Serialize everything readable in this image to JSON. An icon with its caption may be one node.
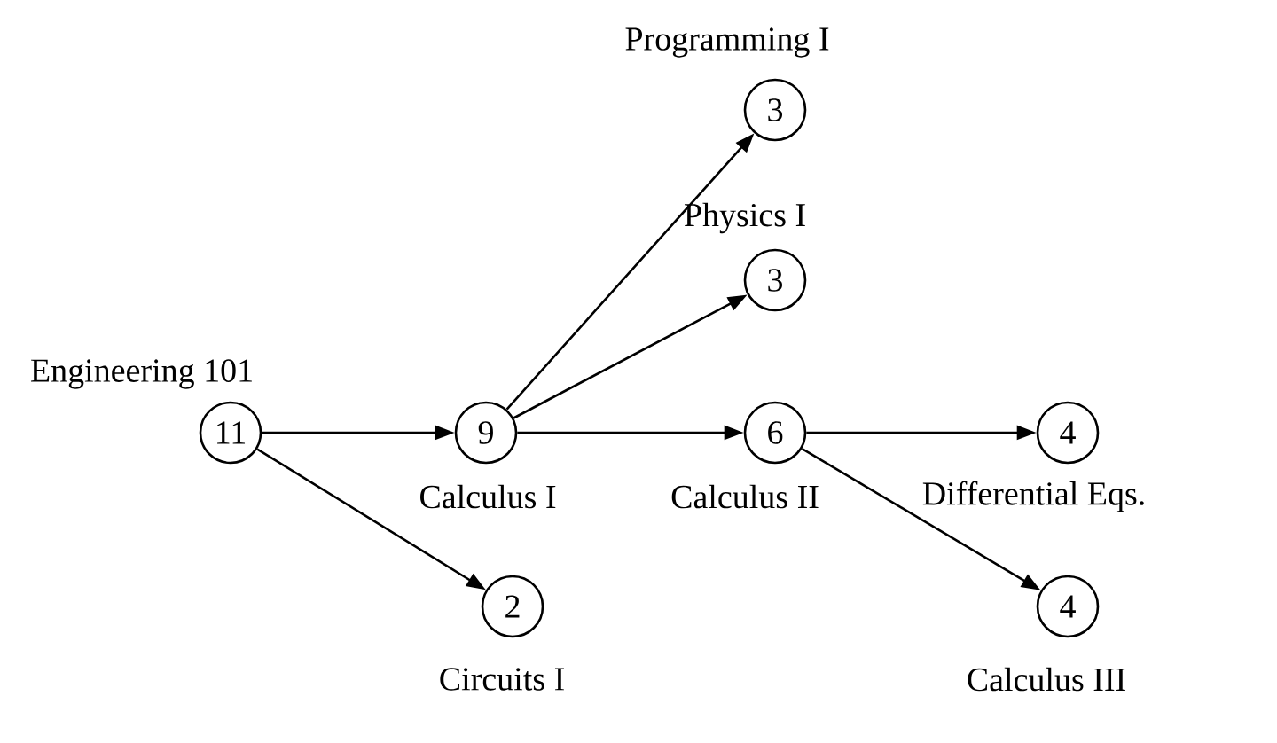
{
  "diagram": {
    "nodes": [
      {
        "text": [
          "11"
        ],
        "beside": [
          "Engineering 101"
        ]
      },
      {
        "text": [
          "9"
        ],
        "beside": [
          "Calculus I"
        ]
      },
      {
        "text": [
          "3"
        ],
        "beside": [
          "Programming I"
        ]
      },
      {
        "text": [
          "3"
        ],
        "beside": [
          "Physics I"
        ]
      },
      {
        "text": [
          "6"
        ],
        "beside": [
          "Calculus II"
        ]
      },
      {
        "text": [
          "2"
        ],
        "beside": [
          "Circuits I"
        ]
      },
      {
        "text": [
          "4"
        ],
        "beside": [
          "Differential Eqs."
        ]
      },
      {
        "text": [
          "4"
        ],
        "beside": [
          "Calculus III"
        ]
      }
    ],
    "edges": [
      {
        "from": 0,
        "to": 1,
        "arrow": "to"
      },
      {
        "from": 0,
        "to": 5,
        "arrow": "to"
      },
      {
        "from": 1,
        "to": 2,
        "arrow": "to"
      },
      {
        "from": 1,
        "to": 3,
        "arrow": "to"
      },
      {
        "from": 1,
        "to": 4,
        "arrow": "to"
      },
      {
        "from": 4,
        "to": 6,
        "arrow": "to"
      },
      {
        "from": 4,
        "to": 7,
        "arrow": "to"
      }
    ]
  }
}
